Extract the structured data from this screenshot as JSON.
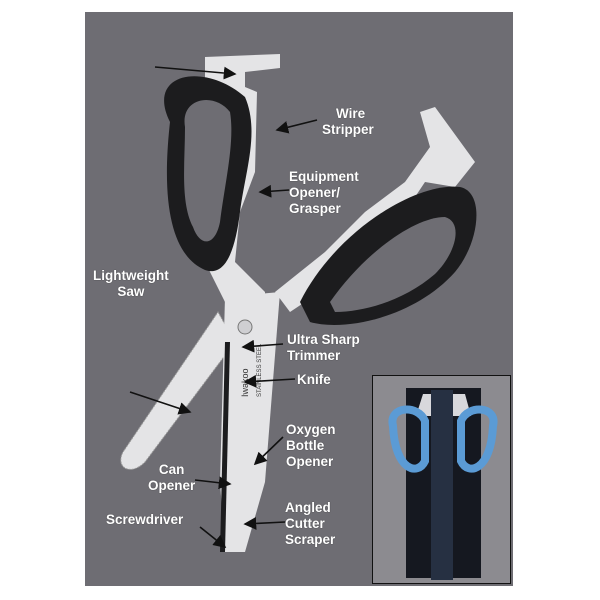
{
  "labels": {
    "wire_stripper": [
      "Wire",
      "Stripper"
    ],
    "equipment_opener": [
      "Equipment",
      "Opener/",
      "Grasper"
    ],
    "lightweight_saw": [
      "Lightweight",
      "Saw"
    ],
    "ultra_sharp_trimmer": [
      "Ultra Sharp",
      "Trimmer"
    ],
    "knife": "Knife",
    "oxygen_bottle_opener": [
      "Oxygen",
      "Bottle",
      "Opener"
    ],
    "can_opener": [
      "Can",
      "Opener"
    ],
    "screwdriver": "Screwdriver",
    "angled_cutter_scraper": [
      "Angled",
      "Cutter",
      "Scraper"
    ]
  },
  "blade_brand": "Iwakoo",
  "blade_stamp": "STAINLESS STEEL",
  "colors": {
    "background": "#6e6d73",
    "handle": "#1c1c1e",
    "steel": "#e4e4e6",
    "inset_handle": "#5b9bd5"
  }
}
